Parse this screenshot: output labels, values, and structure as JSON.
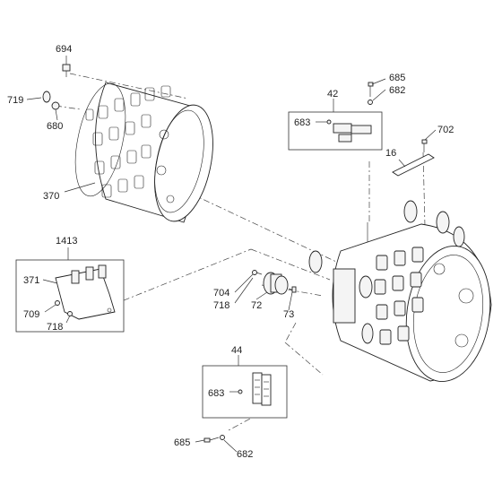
{
  "callouts": {
    "c694": "694",
    "c719": "719",
    "c680": "680",
    "c370": "370",
    "c685_top": "685",
    "c682_top": "682",
    "c42": "42",
    "c683_top": "683",
    "c702": "702",
    "c16": "16",
    "c1413": "1413",
    "c371": "371",
    "c709": "709",
    "c718_left": "718",
    "c704": "704",
    "c718_mid": "718",
    "c72": "72",
    "c73": "73",
    "c44": "44",
    "c683_bottom": "683",
    "c685_bottom": "685",
    "c682_bottom": "682"
  }
}
